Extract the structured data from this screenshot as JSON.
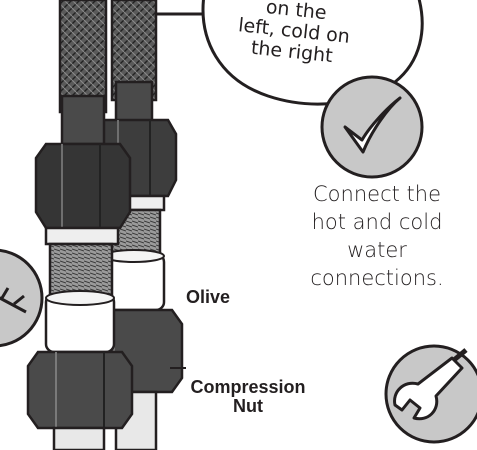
{
  "bubble": {
    "lines": [
      "on the",
      "left, cold on",
      "the right"
    ]
  },
  "instruction": {
    "lines": [
      "Connect the",
      "hot and cold",
      "water",
      "connections."
    ]
  },
  "labels": {
    "olive": "Olive",
    "compression_nut": [
      "Compression",
      "Nut"
    ]
  },
  "icons": {
    "check": "checkmark-icon",
    "wrench": "wrench-icon",
    "spanner_partial": "spanner-icon"
  },
  "colors": {
    "line": "#231f20",
    "fill_dark": "#3a3a3a",
    "fill_mid": "#6d6d6d",
    "fill_light": "#bdbdbd",
    "circle_fill": "#cfcfcf"
  }
}
